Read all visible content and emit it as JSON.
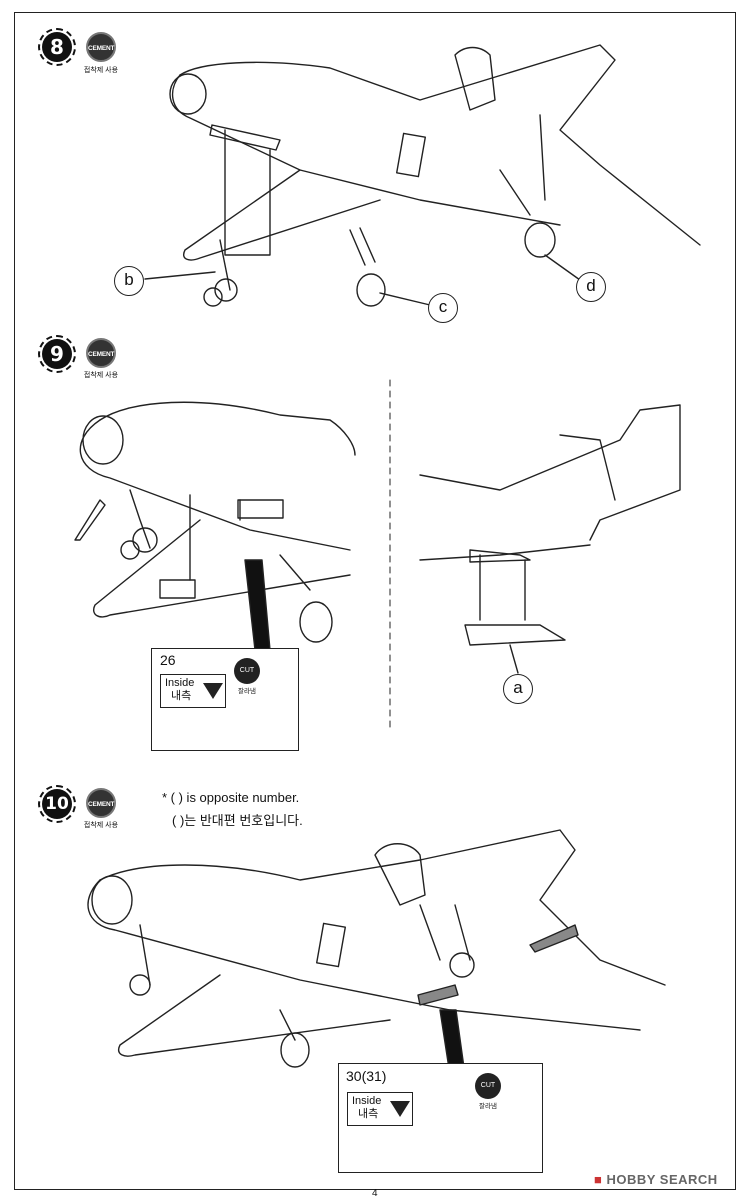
{
  "steps": [
    {
      "number": "8",
      "cement_label": "CEMENT",
      "cement_sub": "접착제 사용"
    },
    {
      "number": "9",
      "cement_label": "CEMENT",
      "cement_sub": "접착제 사용"
    },
    {
      "number": "10",
      "cement_label": "CEMENT",
      "cement_sub": "접착제 사용"
    }
  ],
  "callouts": {
    "a": "a",
    "b": "b",
    "c": "c",
    "d": "d"
  },
  "note": {
    "en": "* (    ) is opposite number.",
    "ko": "(    )는 반대편 번호입니다."
  },
  "detail9": {
    "part": "26",
    "inside_en": "Inside",
    "inside_ko": "내측",
    "cut_label": "CUT",
    "cut_sub": "잘라냄"
  },
  "detail10": {
    "part": "30(31)",
    "inside_en": "Inside",
    "inside_ko": "내측",
    "cut_label": "CUT",
    "cut_sub": "잘라냄"
  },
  "footer": {
    "page": "4",
    "watermark": "HOBBY SEARCH"
  }
}
